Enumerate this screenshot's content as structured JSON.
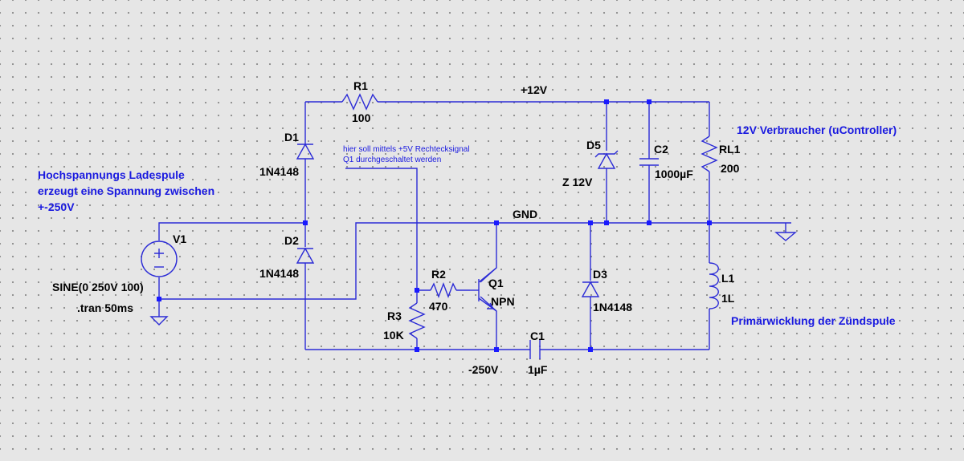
{
  "colors": {
    "background": "#e6e6e6",
    "wire": "#2b2bd6",
    "junction": "#1a1aff",
    "note": "#1a1ae0",
    "label": "#000000"
  },
  "components": {
    "R1": {
      "name": "R1",
      "value": "100"
    },
    "R2": {
      "name": "R2",
      "value": "470"
    },
    "R3": {
      "name": "R3",
      "value": "10K"
    },
    "RL1": {
      "name": "RL1",
      "value": "200"
    },
    "D1": {
      "name": "D1",
      "value": "1N4148"
    },
    "D2": {
      "name": "D2",
      "value": "1N4148"
    },
    "D3": {
      "name": "D3",
      "value": "1N4148"
    },
    "D5": {
      "name": "D5",
      "value": "Z 12V"
    },
    "C1": {
      "name": "C1",
      "value": "1µF"
    },
    "C2": {
      "name": "C2",
      "value": "1000µF"
    },
    "L1": {
      "name": "L1",
      "value": "1L"
    },
    "Q1": {
      "name": "Q1",
      "value": "NPN"
    },
    "V1": {
      "name": "V1",
      "value": "SINE(0 250V 100)"
    }
  },
  "nets": {
    "plus12v": "+12V",
    "gnd": "GND",
    "minus250v": "-250V"
  },
  "directive": ".tran 50ms",
  "notes": {
    "source_line1": "Hochspannungs Ladespule",
    "source_line2": "erzeugt eine Spannung zwischen",
    "source_line3": "+-250V",
    "load": "12V Verbraucher (uController)",
    "coil": "Primärwicklung der Zündspule",
    "signal_line1": "hier soll mittels +5V Rechtecksignal",
    "signal_line2": "Q1 durchgeschaltet werden"
  }
}
